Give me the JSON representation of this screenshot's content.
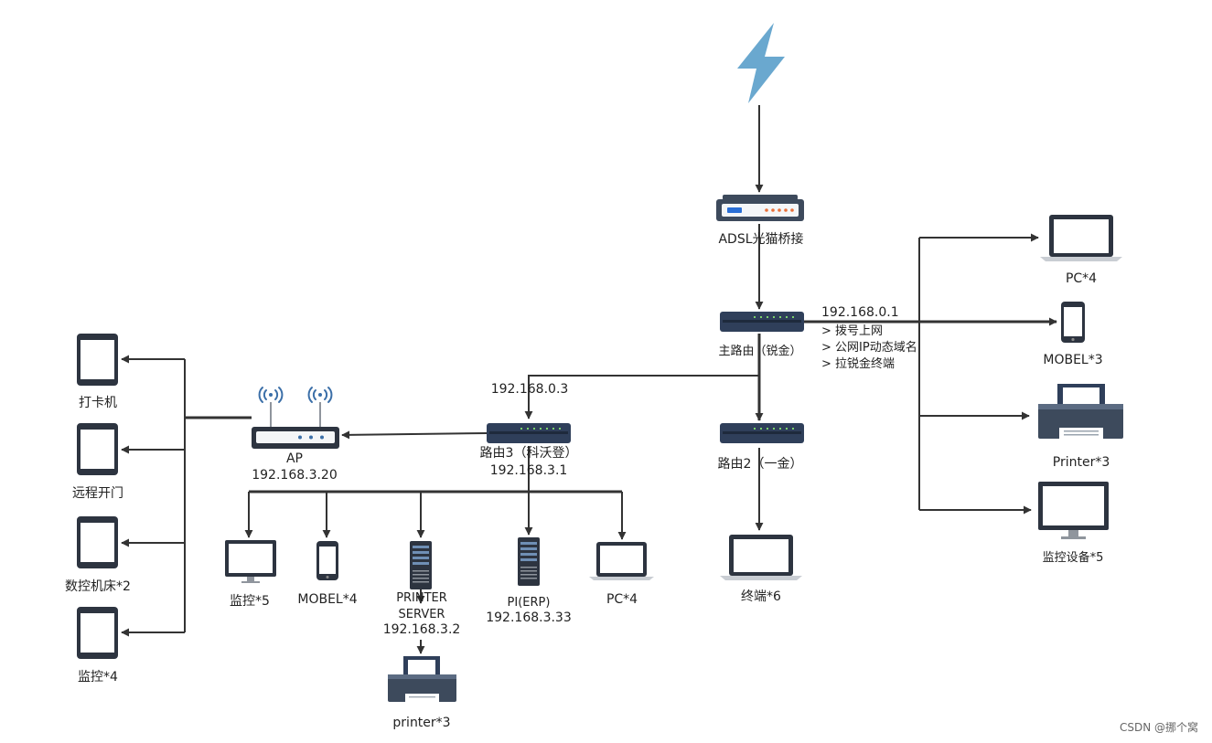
{
  "nodes": {
    "internet": {
      "icon": "lightning-icon"
    },
    "modem": {
      "label": "ADSL光猫桥接",
      "icon": "modem-icon"
    },
    "main_router": {
      "label": "主路由（锐金）",
      "ip": "192.168.0.1",
      "notes": [
        "> 拨号上网",
        "> 公网IP动态域名",
        "> 拉锐金终端"
      ],
      "icon": "switch-icon"
    },
    "router2": {
      "label": "路由2（一金）",
      "icon": "switch-icon"
    },
    "router3": {
      "label": "路由3（科沃登）",
      "ip": "192.168.3.1",
      "uplink_ip": "192.168.0.3",
      "icon": "switch-icon"
    },
    "ap": {
      "label": "AP",
      "ip": "192.168.3.20",
      "icon": "wifi-router-icon"
    },
    "terminal": {
      "label": "终端*6",
      "icon": "laptop-icon"
    },
    "pc_right": {
      "label": "PC*4",
      "icon": "laptop-icon"
    },
    "mobile_right": {
      "label": "MOBEL*3",
      "icon": "phone-icon"
    },
    "printer_right": {
      "label": "Printer*3",
      "icon": "printer-icon"
    },
    "monitor_right": {
      "label": "监控设备*5",
      "icon": "monitor-icon"
    },
    "tablet_clock": {
      "label": "打卡机",
      "icon": "tablet-icon"
    },
    "tablet_door": {
      "label": "远程开门",
      "icon": "tablet-icon"
    },
    "tablet_cnc": {
      "label": "数控机床*2",
      "icon": "tablet-icon"
    },
    "tablet_cam": {
      "label": "监控*4",
      "icon": "tablet-icon"
    },
    "monitor_bottom": {
      "label": "监控*5",
      "icon": "monitor-icon"
    },
    "mobile_bottom": {
      "label": "MOBEL*4",
      "icon": "phone-icon"
    },
    "print_server": {
      "label_line1": "PRINTER",
      "label_line2": "SERVER",
      "ip": "192.168.3.2",
      "icon": "server-icon"
    },
    "pi_erp": {
      "label": "PI(ERP)",
      "ip": "192.168.3.33",
      "icon": "server-icon"
    },
    "pc_bottom": {
      "label": "PC*4",
      "icon": "laptop-icon"
    },
    "printer_bottom": {
      "label": "printer*3",
      "icon": "printer-icon"
    }
  },
  "watermark": "CSDN @挪个窝",
  "colors": {
    "device_dark": "#3d4a5c",
    "device_navy": "#2f3f5a",
    "lightning": "#6aa8cf",
    "wifi_signal": "#3b6fa8",
    "port_green": "#7bd36b",
    "modem_blue": "#2a6fd6",
    "modem_orange": "#e8703a",
    "wire": "#333333"
  }
}
